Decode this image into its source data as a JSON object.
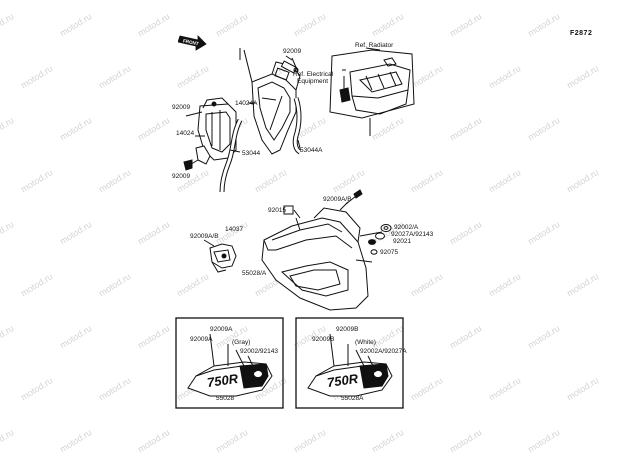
{
  "diagram_code": "F2872",
  "front_arrow_label": "FRONT",
  "watermark_text": "motod.ru",
  "labels": {
    "p92009_top": "92009",
    "ref_electrical_1": "Ref. Electrical",
    "ref_electrical_2": "Equipment",
    "ref_radiator": "Ref. Radiator",
    "p92009_left_upper": "92009",
    "p14024": "14024",
    "p14024a": "14024A",
    "p53044": "53044",
    "p53044a": "53044A",
    "p92009_left_lower": "92009",
    "p92009ab_top": "92009A/B",
    "p92015": "92015",
    "p92002a": "92002/A",
    "p92027a_92143": "92027A/92143",
    "p92021": "92021",
    "p92075": "92075",
    "p14037": "14037",
    "p92009ab_left": "92009A/B",
    "p55028a_center": "55028/A",
    "inset_left_92009a_1": "92009A",
    "inset_left_92009a_2": "92009A",
    "inset_left_gray": "(Gray)",
    "inset_left_92002_92143": "92002/92143",
    "inset_left_part": "55028",
    "inset_left_logo": "750R",
    "inset_right_92009b_1": "92009B",
    "inset_right_92009b_2": "92009B",
    "inset_right_white": "(White)",
    "inset_right_92002a_92027a": "92002A/92027A",
    "inset_right_part": "55028A",
    "inset_right_logo": "750R"
  },
  "colors": {
    "line": "#111111",
    "watermark": "#d4d4d4"
  }
}
